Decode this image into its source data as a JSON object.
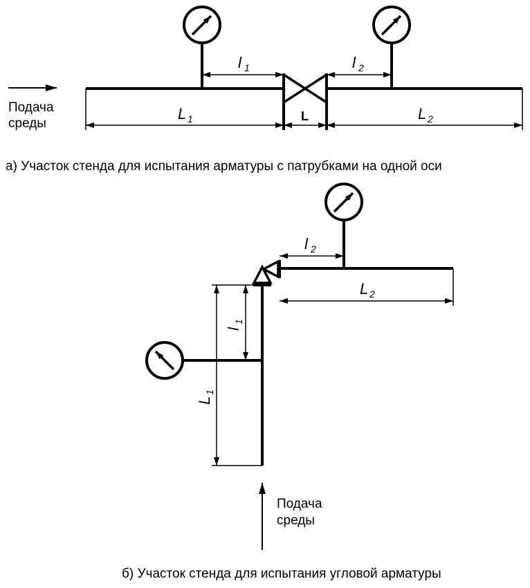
{
  "diagram_a": {
    "caption": "а) Участок стенда для испытания арматуры с патрубками на одной оси",
    "feed_line1": "Подача",
    "feed_line2": "среды",
    "l1": "l",
    "l1_sub": "1",
    "l2": "l",
    "l2_sub": "2",
    "L1": "L",
    "L1_sub": "1",
    "L": "L",
    "L2": "L",
    "L2_sub": "2"
  },
  "diagram_b": {
    "caption": "б) Участок стенда для испытания угловой арматуры",
    "feed_line1": "Подача",
    "feed_line2": "среды",
    "l1": "l",
    "l1_sub": "1",
    "l2": "l",
    "l2_sub": "2",
    "L1": "L",
    "L1_sub": "1",
    "L2": "L",
    "L2_sub": "2"
  }
}
